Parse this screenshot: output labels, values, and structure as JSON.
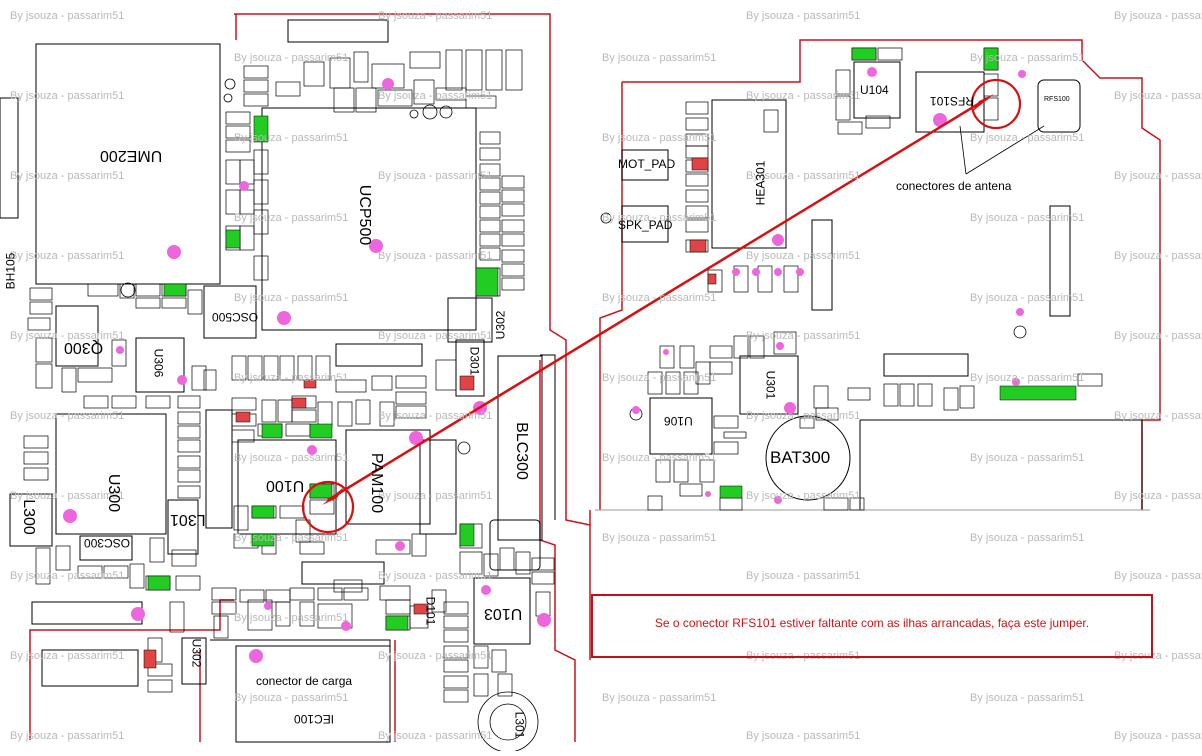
{
  "watermark_text": "By jsouza - passarim51",
  "colors": {
    "board_outline": "#d0101c",
    "arrow": "#d81010",
    "pad_green": "#22cc22",
    "pad_red": "#e04444",
    "test_point": "#ee66dd"
  },
  "left_board": {
    "chips": {
      "ume200": "UME200",
      "ucp500": "UCP500",
      "u300": "U300",
      "u100": "U100",
      "pam100": "PAM100",
      "blc300": "BLC300",
      "q300": "Q300",
      "u306": "U306",
      "osc500": "OSC500",
      "osc300": "OSC300",
      "l300": "L300",
      "u103": "U103",
      "u302": "U302",
      "iec100": "IEC100",
      "bh105": "BH105",
      "d301": "D301",
      "d101": "D101",
      "l301": "L301"
    },
    "connector_label": "conector de carga"
  },
  "right_board": {
    "chips": {
      "mot_pad": "MOT_PAD",
      "spk_pad": "SPK_PAD",
      "hea301": "HEA301",
      "u104": "U104",
      "rfs101": "RFS101",
      "rfs100": "RFS100",
      "u106": "U106",
      "u301": "U301",
      "bat300": "BAT300"
    },
    "antenna_label": "conectores de antena"
  },
  "note": "Se o conector RFS101 estiver faltante com as ilhas arrancadas, faça este jumper."
}
